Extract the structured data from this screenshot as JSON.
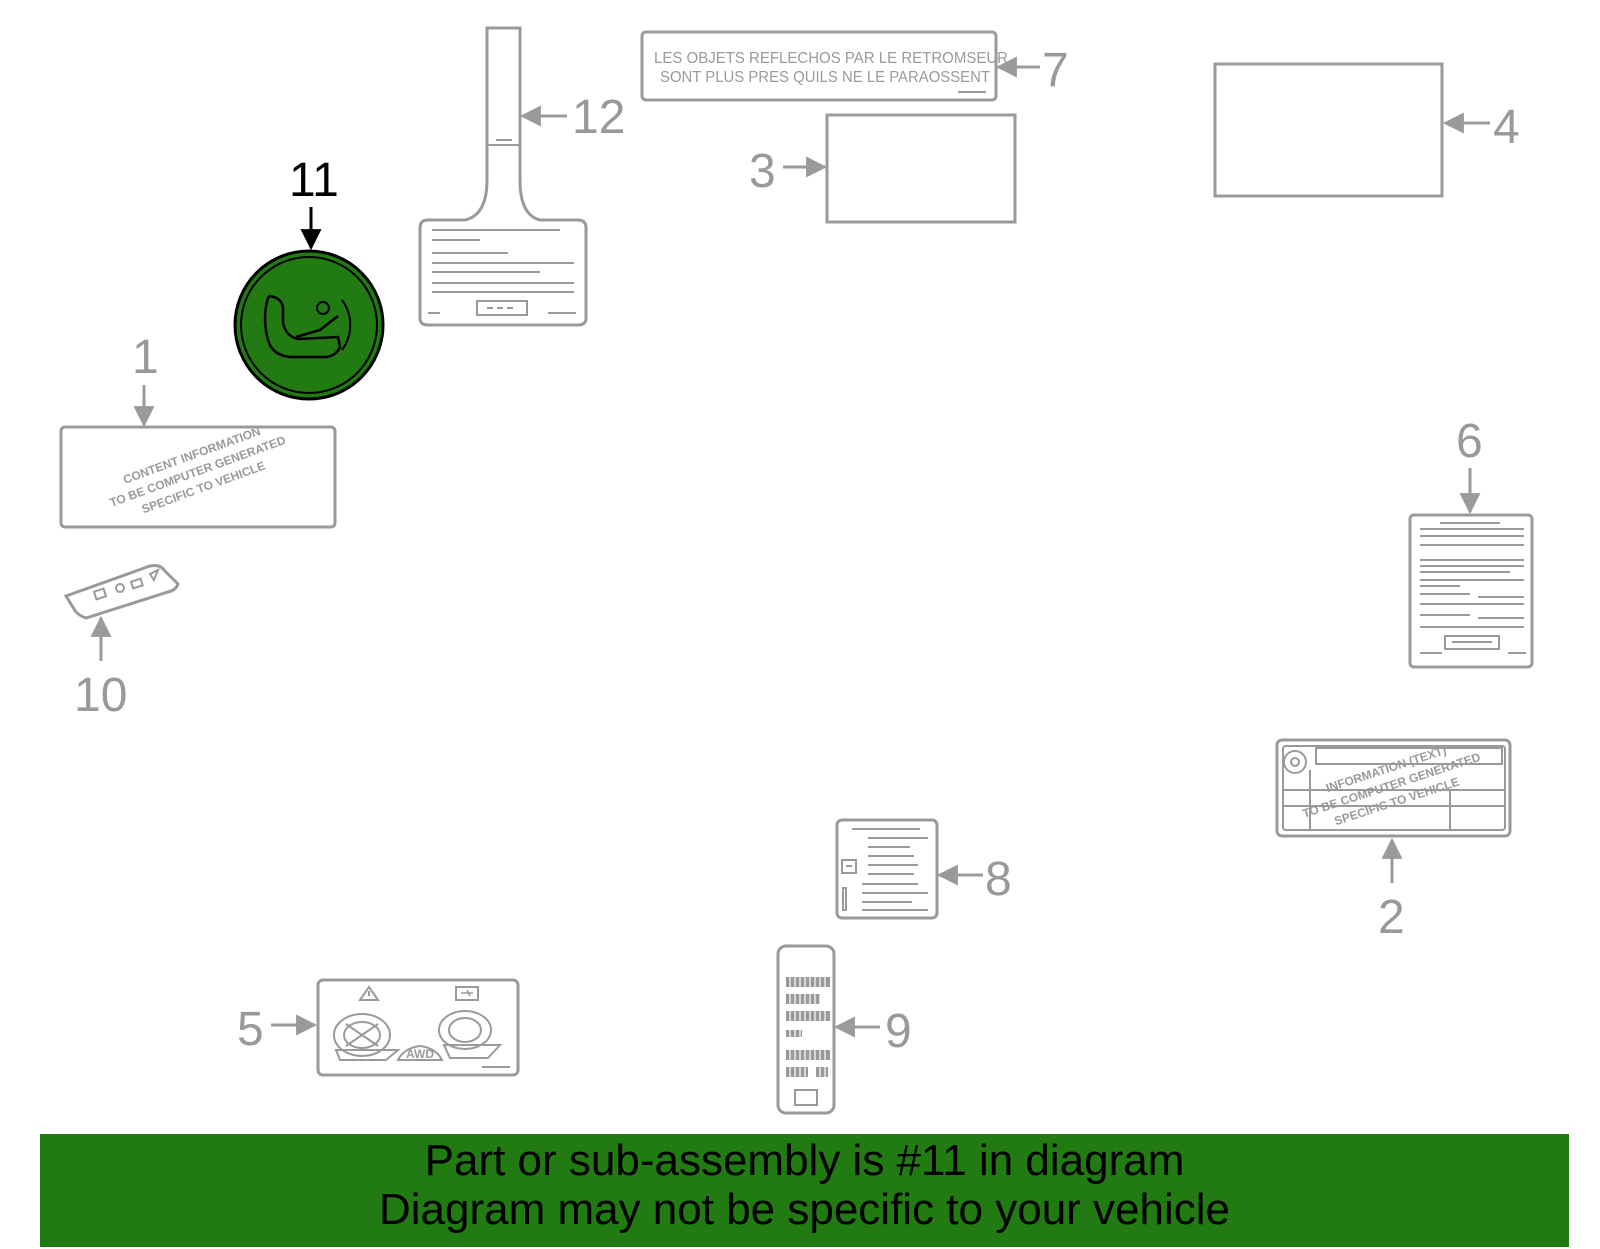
{
  "diagram": {
    "callouts": [
      {
        "id": "1",
        "label": "1"
      },
      {
        "id": "2",
        "label": "2"
      },
      {
        "id": "3",
        "label": "3"
      },
      {
        "id": "4",
        "label": "4"
      },
      {
        "id": "5",
        "label": "5"
      },
      {
        "id": "6",
        "label": "6"
      },
      {
        "id": "7",
        "label": "7"
      },
      {
        "id": "8",
        "label": "8"
      },
      {
        "id": "9",
        "label": "9"
      },
      {
        "id": "10",
        "label": "10"
      },
      {
        "id": "11",
        "label": "11",
        "highlighted": true
      },
      {
        "id": "12",
        "label": "12"
      }
    ],
    "part7_text": {
      "line1": "LES OBJETS REFLECHOS PAR LE RETROMSEUR",
      "line2": "SONT PLUS PRES QUILS NE LE PARAOSSENT"
    },
    "part1_stamp": {
      "line1": "CONTENT INFORMATION",
      "line2": "TO BE COMPUTER GENERATED",
      "line3": "SPECIFIC TO VEHICLE"
    },
    "part2_stamp": {
      "line1": "INFORMATION (TEXT)",
      "line2": "TO BE COMPUTER GENERATED",
      "line3": "SPECIFIC TO VEHICLE"
    },
    "part5_badge": "AWD",
    "highlight_color": "#227a12"
  },
  "banner": {
    "line1": "Part or sub-assembly is #11 in diagram",
    "line2": "Diagram may not be specific to your vehicle"
  }
}
